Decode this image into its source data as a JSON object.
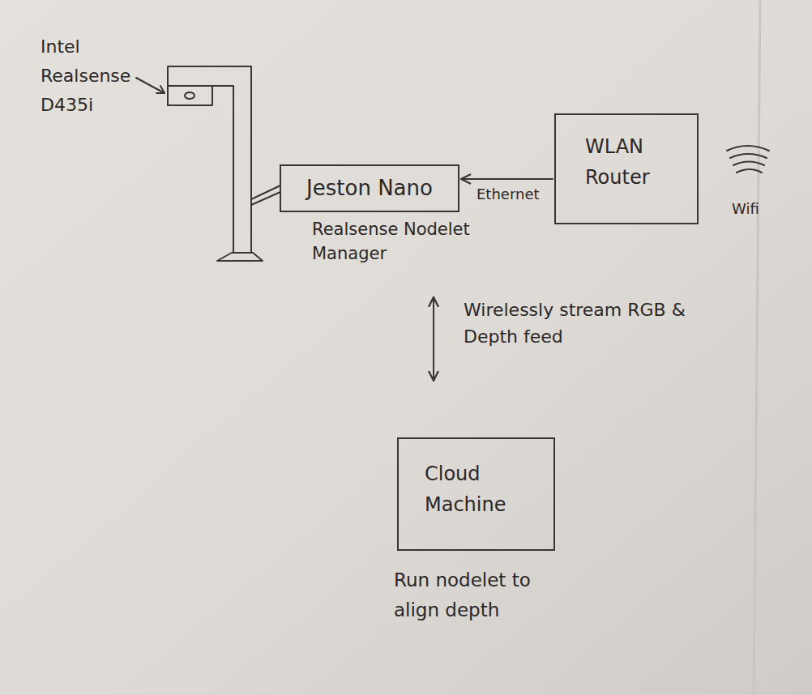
{
  "diagram": {
    "nodes": [
      {
        "text": [
          "Jeston Nano",
          "Realsense Nodelet Manager"
        ]
      },
      {
        "text": [
          "WLAN Router"
        ]
      },
      {
        "text": [
          "Cloud Machine",
          "Run nodelet to align depth"
        ]
      }
    ],
    "edges": [
      {
        "from": 1,
        "to": 0,
        "arrow": "to",
        "label": "Ethernet"
      },
      {
        "from": 0,
        "to": 2,
        "arrow": "both",
        "label": "Wirelessly stream RGB & Depth feed"
      }
    ],
    "labels": [
      "Intel Realsense D435i",
      "Wifi"
    ]
  }
}
